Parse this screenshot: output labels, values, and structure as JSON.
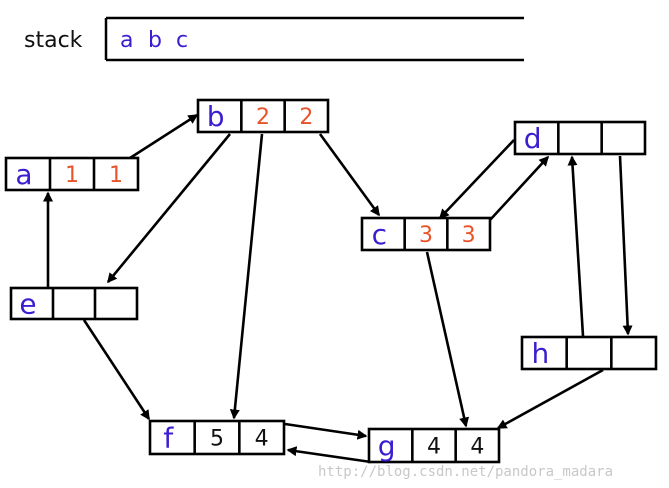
{
  "stack": {
    "label": "stack",
    "items": [
      "a",
      "b",
      "c"
    ]
  },
  "nodes": [
    {
      "id": "a",
      "label": "a",
      "dfn": "1",
      "low": "1"
    },
    {
      "id": "b",
      "label": "b",
      "dfn": "2",
      "low": "2"
    },
    {
      "id": "c",
      "label": "c",
      "dfn": "3",
      "low": "3"
    },
    {
      "id": "d",
      "label": "d",
      "dfn": "",
      "low": ""
    },
    {
      "id": "e",
      "label": "e",
      "dfn": "",
      "low": ""
    },
    {
      "id": "f",
      "label": "f",
      "dfn": "5",
      "low": "4"
    },
    {
      "id": "g",
      "label": "g",
      "dfn": "4",
      "low": "4"
    },
    {
      "id": "h",
      "label": "h",
      "dfn": "",
      "low": ""
    }
  ],
  "edges": [
    {
      "from": "a",
      "to": "b"
    },
    {
      "from": "b",
      "to": "e"
    },
    {
      "from": "b",
      "to": "f"
    },
    {
      "from": "b",
      "to": "c"
    },
    {
      "from": "e",
      "to": "a"
    },
    {
      "from": "e",
      "to": "f"
    },
    {
      "from": "c",
      "to": "d"
    },
    {
      "from": "d",
      "to": "c"
    },
    {
      "from": "c",
      "to": "g"
    },
    {
      "from": "d",
      "to": "h"
    },
    {
      "from": "h",
      "to": "d"
    },
    {
      "from": "h",
      "to": "g"
    },
    {
      "from": "f",
      "to": "g"
    },
    {
      "from": "g",
      "to": "f"
    }
  ],
  "colors": {
    "node_label": "#3a1fd0",
    "visited_value": "#e8542a",
    "plain_value": "#111111",
    "stack_item": "#3a1fd0"
  },
  "watermark": "http://blog.csdn.net/pandora_madara"
}
